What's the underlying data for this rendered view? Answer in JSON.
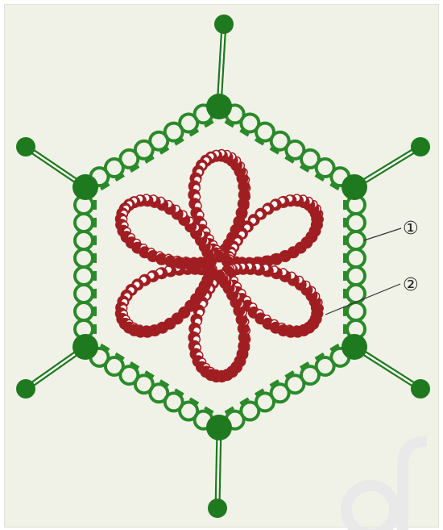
{
  "diagram": {
    "labels": [
      {
        "id": "capsid",
        "text": "①"
      },
      {
        "id": "nucleic-acid",
        "text": "②"
      }
    ],
    "colors": {
      "background": "#f1f2e7",
      "capsid": "#2a8a2a",
      "capsid_dark": "#1f7a1f",
      "nucleic_acid": "#a01e22",
      "nucleic_acid_light": "#d46a6d",
      "leader": "#333333",
      "watermark": "#e9e9e9"
    },
    "parts": {
      "capsid": "hexagon-shell",
      "core": "nucleic-acid-loops",
      "spikes": "fiber-spike"
    }
  }
}
